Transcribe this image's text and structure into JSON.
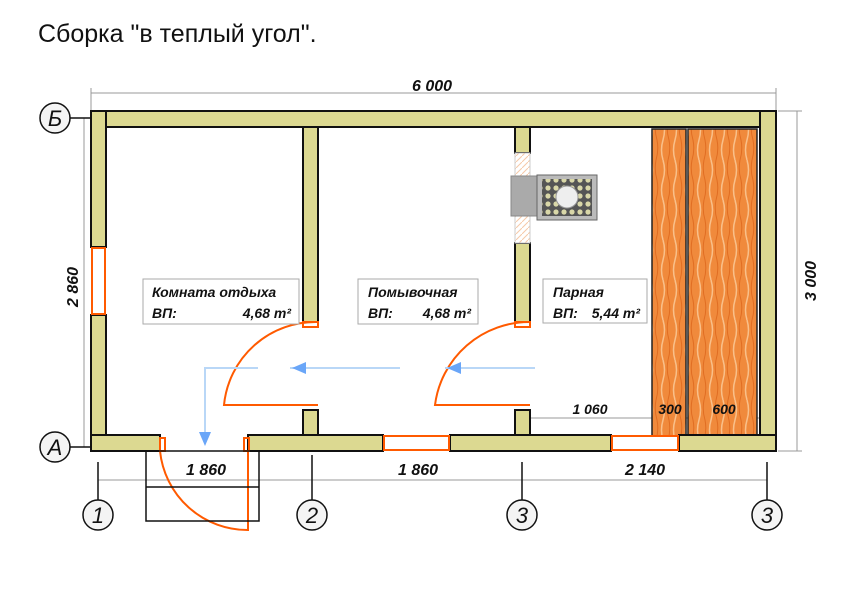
{
  "title": "Сборка \"в теплый угол\".",
  "dimensions": {
    "top": "6 000",
    "right": "3 000",
    "left": "2 860",
    "bottom_1": "1 860",
    "bottom_2": "1 860",
    "bottom_3": "2 140",
    "inner_1": "1 060",
    "inner_2": "300",
    "inner_3": "600"
  },
  "axes": {
    "row_top": "Б",
    "row_bottom": "А",
    "col_1": "1",
    "col_2": "2",
    "col_3": "3",
    "col_4": "3"
  },
  "rooms": [
    {
      "name": "Комната отдыха",
      "area_label": "ВП:",
      "area": "4,68 m²"
    },
    {
      "name": "Помывочная",
      "area_label": "ВП:",
      "area": "4,68 m²"
    },
    {
      "name": "Парная",
      "area_label": "ВП:",
      "area": "5,44 m²"
    }
  ],
  "colors": {
    "wall": "#dcd991",
    "door": "#ff5a00",
    "flow": "#6aa6f8",
    "bench": "#f08a3c"
  }
}
